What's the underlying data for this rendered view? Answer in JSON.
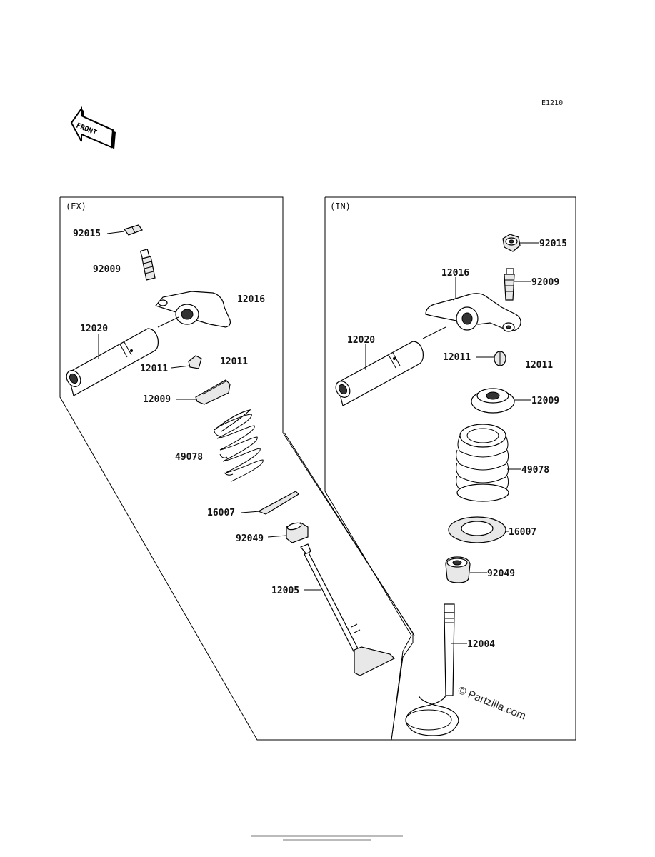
{
  "diagram_code": "E1210",
  "front_label": "FRONT",
  "sections": {
    "ex": "(EX)",
    "in": "(IN)"
  },
  "ex_parts": [
    {
      "id": "92015"
    },
    {
      "id": "92009"
    },
    {
      "id": "12016"
    },
    {
      "id": "12020"
    },
    {
      "id": "12011"
    },
    {
      "id": "12011"
    },
    {
      "id": "12009"
    },
    {
      "id": "49078"
    },
    {
      "id": "16007"
    },
    {
      "id": "92049"
    },
    {
      "id": "12005"
    }
  ],
  "in_parts": [
    {
      "id": "92015"
    },
    {
      "id": "12016"
    },
    {
      "id": "92009"
    },
    {
      "id": "12020"
    },
    {
      "id": "12011"
    },
    {
      "id": "12011"
    },
    {
      "id": "12009"
    },
    {
      "id": "49078"
    },
    {
      "id": "16007"
    },
    {
      "id": "92049"
    },
    {
      "id": "12004"
    }
  ],
  "watermark": "© Partzilla.com"
}
